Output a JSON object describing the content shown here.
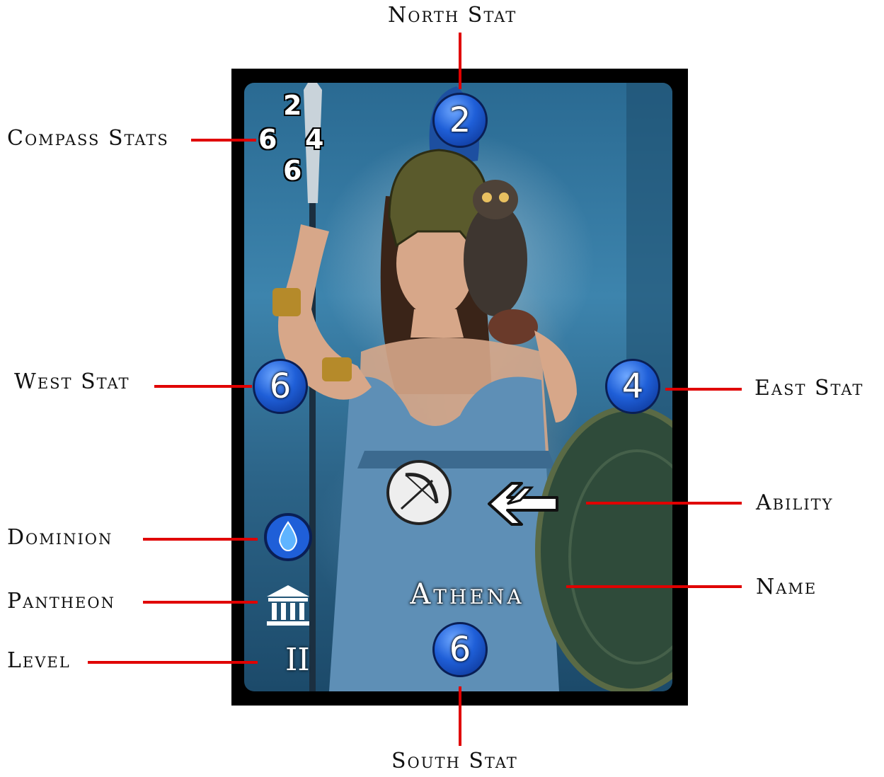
{
  "labels": {
    "north": "North Stat",
    "compass": "Compass Stats",
    "west": "West Stat",
    "east": "East Stat",
    "ability": "Ability",
    "dominion": "Dominion",
    "name": "Name",
    "pantheon": "Pantheon",
    "level": "Level",
    "south": "South Stat"
  },
  "card": {
    "name": "Athena",
    "level": "II",
    "stats": {
      "north": "2",
      "west": "6",
      "east": "4",
      "south": "6"
    },
    "compass": {
      "north": "2",
      "west": "6",
      "east": "4",
      "south": "6"
    },
    "dominion_icon": "water-drop-icon",
    "pantheon_icon": "greek-temple-icon",
    "ability_icon": "bow-and-arrow-icon",
    "ability_direction_icon": "double-arrow-left-icon"
  },
  "colors": {
    "connector_line": "#e00000",
    "stat_badge": "#1f5fd8",
    "card_border": "#000000"
  }
}
